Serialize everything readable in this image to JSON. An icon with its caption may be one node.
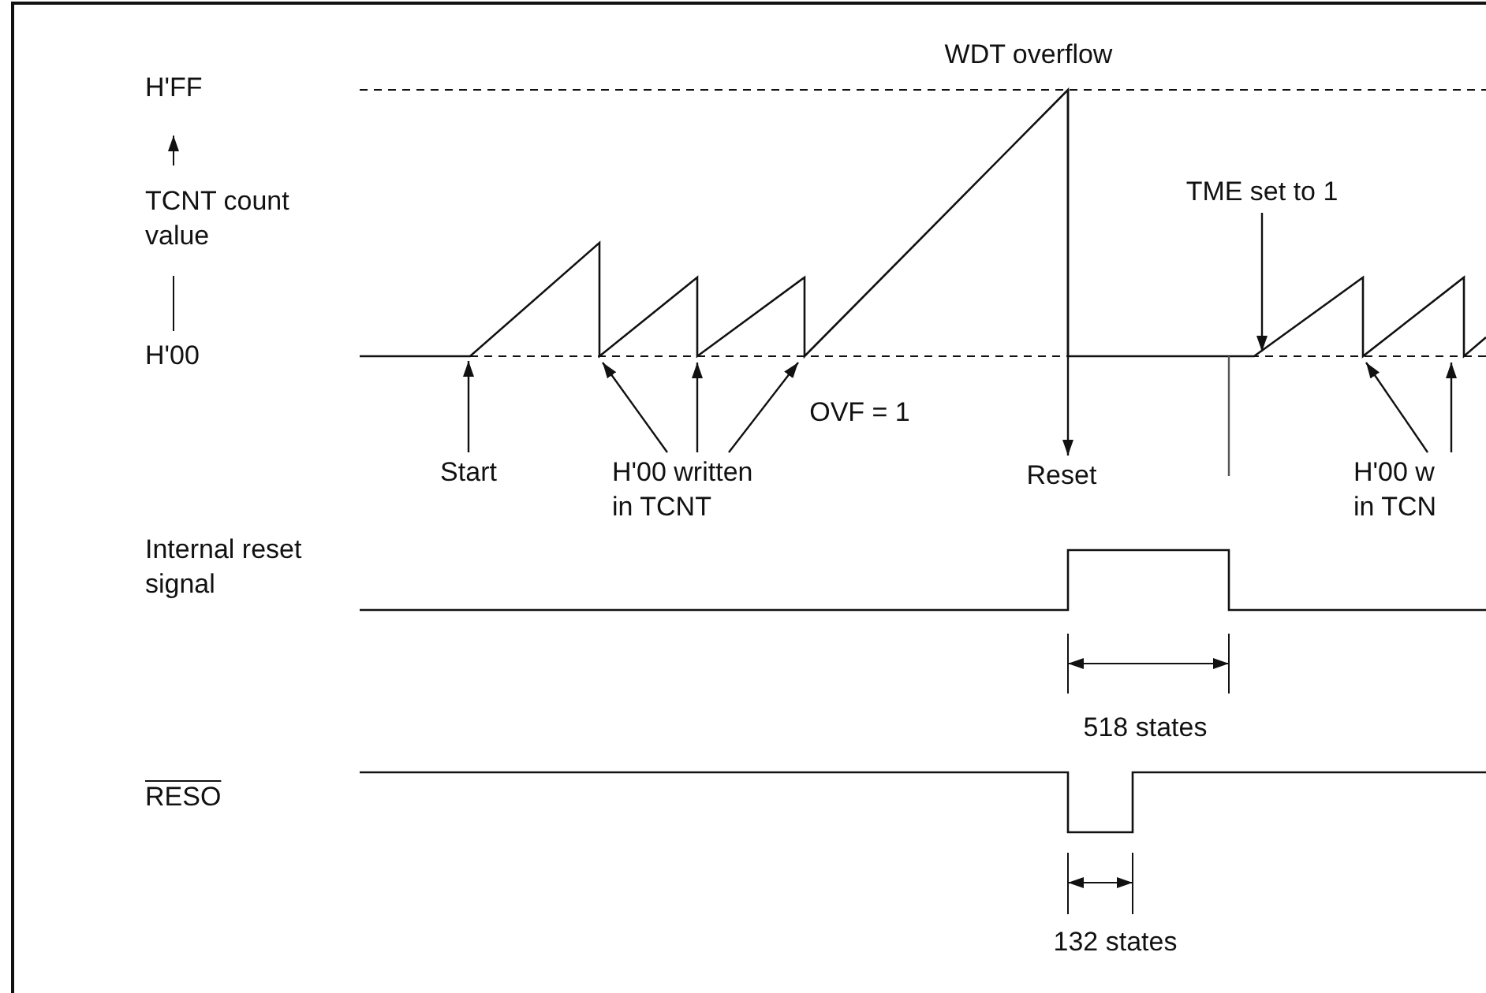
{
  "diagram": {
    "nodes": [
      {
        "text": [
          "Start"
        ]
      },
      {
        "text": [
          "H'00 written in TCNT"
        ]
      },
      {
        "text": [
          "Reset"
        ]
      },
      {
        "text": [
          "TME set to 1"
        ]
      },
      {
        "text": [
          "H'00 w in TCN"
        ]
      }
    ],
    "edges": [
      {
        "from": 0,
        "to": null,
        "arrow": "to"
      },
      {
        "from": 1,
        "to": null,
        "arrow": "to"
      },
      {
        "from": 1,
        "to": null,
        "arrow": "to"
      },
      {
        "from": 1,
        "to": null,
        "arrow": "to"
      },
      {
        "from": null,
        "to": 2,
        "arrow": "to"
      },
      {
        "from": 3,
        "to": null,
        "arrow": "to"
      },
      {
        "from": 4,
        "to": null,
        "arrow": "to"
      },
      {
        "from": 4,
        "to": null,
        "arrow": "to"
      }
    ],
    "labels": [
      "WDT overflow",
      "H'FF",
      "TCNT count value",
      "H'00",
      "OVF = 1",
      "Internal reset signal",
      "518 states",
      "RESO",
      "132 states"
    ]
  }
}
